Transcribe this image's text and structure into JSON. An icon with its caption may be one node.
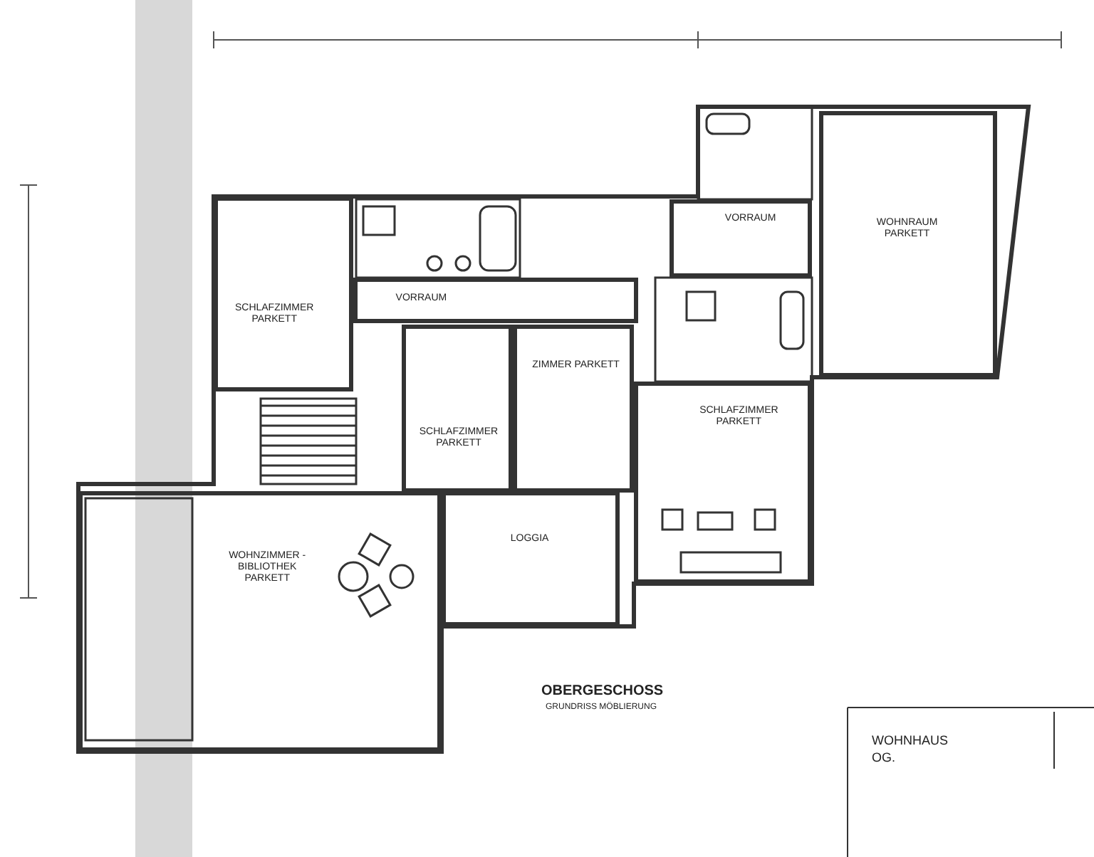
{
  "diagram": {
    "title": "OBERGESCHOSS",
    "caption": "GRUNDRISS MÖBLIERUNG",
    "nodes": [
      {
        "text": [
          "SCHLAFZIMMER PARKETT"
        ]
      },
      {
        "text": [
          "VORRAUM"
        ]
      },
      {
        "text": [
          "SCHLAFZIMMER PARKETT"
        ]
      },
      {
        "text": [
          "ZIMMER PARKETT"
        ]
      },
      {
        "text": [
          "SCHLAFZIMMER PARKETT"
        ]
      },
      {
        "text": [
          "LOGGIA"
        ]
      },
      {
        "text": [
          "WOHNZIMMER - BIBLIOTHEK PARKETT"
        ]
      },
      {
        "text": [
          "VORRAUM"
        ]
      },
      {
        "text": [
          "WOHNRAUM PARKETT"
        ]
      }
    ],
    "edges": [],
    "labels": [
      "WOHNHAUS",
      "OG."
    ]
  }
}
